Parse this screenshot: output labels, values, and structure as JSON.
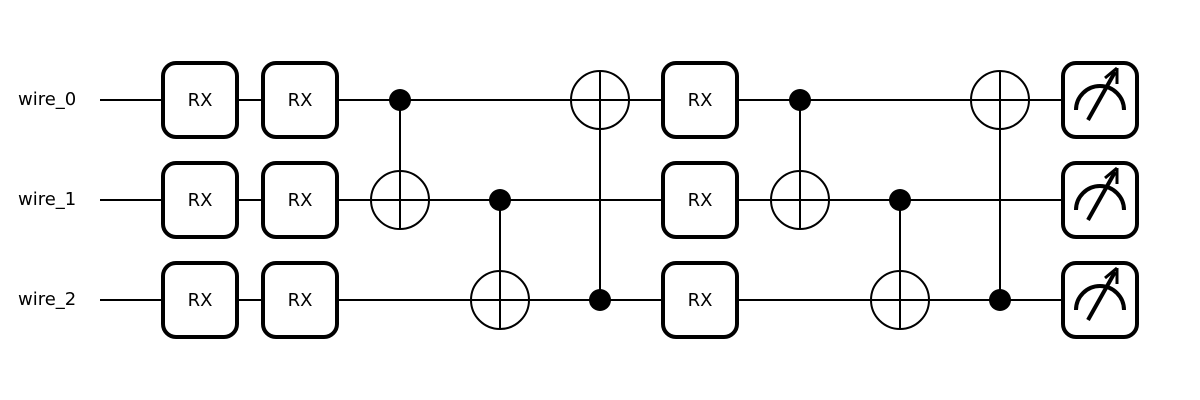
{
  "wires": [
    {
      "label": "wire_0"
    },
    {
      "label": "wire_1"
    },
    {
      "label": "wire_2"
    }
  ],
  "layers": [
    {
      "ops": [
        {
          "type": "RX",
          "wire": 0
        },
        {
          "type": "RX",
          "wire": 1
        },
        {
          "type": "RX",
          "wire": 2
        }
      ]
    },
    {
      "ops": [
        {
          "type": "RX",
          "wire": 0
        },
        {
          "type": "RX",
          "wire": 1
        },
        {
          "type": "RX",
          "wire": 2
        }
      ]
    },
    {
      "ops": [
        {
          "type": "CNOT",
          "control": 0,
          "target": 1
        }
      ]
    },
    {
      "ops": [
        {
          "type": "CNOT",
          "control": 1,
          "target": 2
        }
      ]
    },
    {
      "ops": [
        {
          "type": "CNOT",
          "control": 2,
          "target": 0
        }
      ]
    },
    {
      "ops": [
        {
          "type": "RX",
          "wire": 0
        },
        {
          "type": "RX",
          "wire": 1
        },
        {
          "type": "RX",
          "wire": 2
        }
      ]
    },
    {
      "ops": [
        {
          "type": "CNOT",
          "control": 0,
          "target": 1
        }
      ]
    },
    {
      "ops": [
        {
          "type": "CNOT",
          "control": 1,
          "target": 2
        }
      ]
    },
    {
      "ops": [
        {
          "type": "CNOT",
          "control": 2,
          "target": 0
        }
      ]
    },
    {
      "ops": [
        {
          "type": "MEASURE",
          "wire": 0
        },
        {
          "type": "MEASURE",
          "wire": 1
        },
        {
          "type": "MEASURE",
          "wire": 2
        }
      ]
    }
  ],
  "gate_label": "RX",
  "colors": {
    "stroke": "#000000",
    "background": "#ffffff"
  }
}
